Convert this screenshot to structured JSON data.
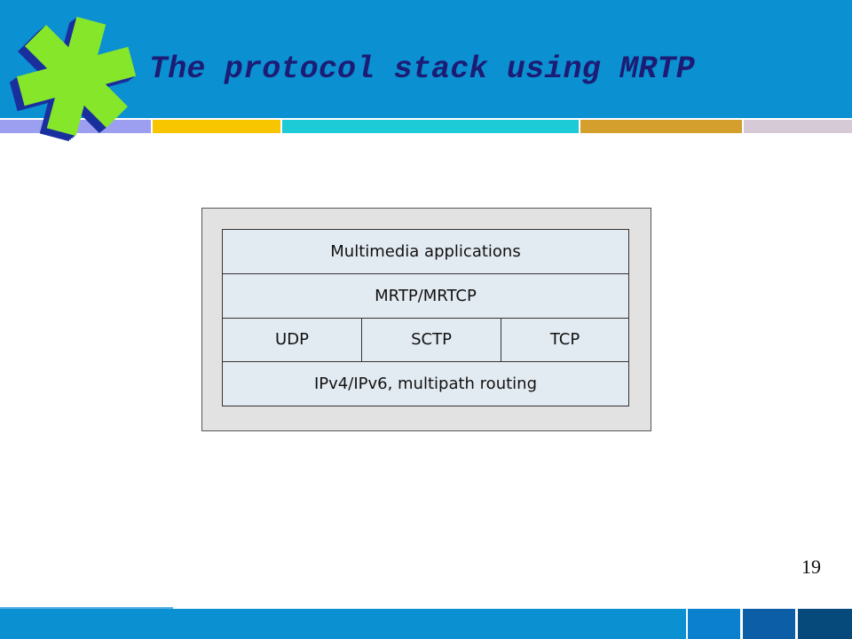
{
  "slide": {
    "title": "The protocol stack using MRTP",
    "page_number": "19",
    "logo_icon": "asterisk-logo"
  },
  "diagram": {
    "layers": [
      {
        "label": "Multimedia applications"
      },
      {
        "label": "MRTP/MRTCP"
      },
      {
        "cells": [
          "UDP",
          "SCTP",
          "TCP"
        ]
      },
      {
        "label": "IPv4/IPv6, multipath routing"
      }
    ]
  },
  "theme": {
    "header_color": "#0b90d2",
    "title_color": "#1c1c74",
    "stripe_colors": [
      "#9c9ff0",
      "#f7c600",
      "#1ccbd6",
      "#d49f2d",
      "#d6cad6"
    ],
    "footer_colors": [
      "#0a80cf",
      "#0c5ea7",
      "#06497b"
    ],
    "logo_colors": {
      "face": "#86e62a",
      "side": "#1a2f9e"
    }
  }
}
